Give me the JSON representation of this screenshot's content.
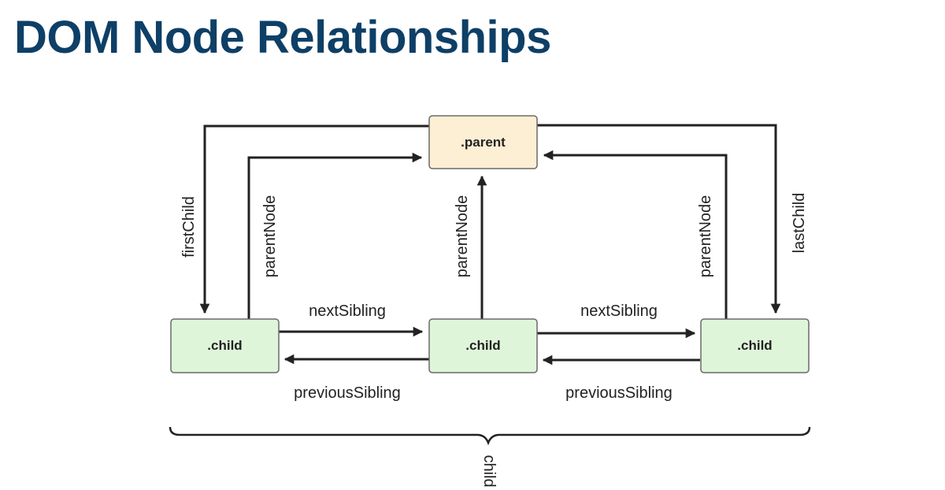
{
  "title": "DOM Node Relationships",
  "colors": {
    "title": "#0e3f66",
    "parent_fill": "#fdefd4",
    "child_fill": "#dff5d9",
    "stroke": "#222222"
  },
  "nodes": {
    "parent": ".parent",
    "child_left": ".child",
    "child_middle": ".child",
    "child_right": ".child"
  },
  "edges": {
    "first_child": "firstChild",
    "last_child": "lastChild",
    "parent_node_left": "parentNode",
    "parent_node_middle": "parentNode",
    "parent_node_right": "parentNode",
    "next_sibling_left": "nextSibling",
    "next_sibling_right": "nextSibling",
    "previous_sibling_left": "previousSibling",
    "previous_sibling_right": "previousSibling"
  },
  "brace_label": "child"
}
